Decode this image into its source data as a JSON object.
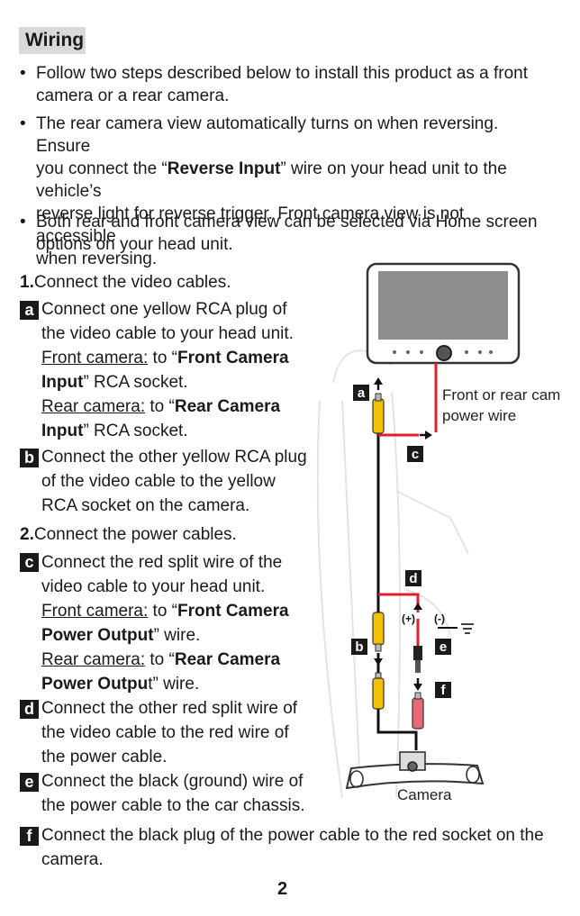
{
  "heading": "Wiring",
  "bullets": [
    {
      "lines": [
        "Follow two steps described below to install this product as a front",
        "camera or a rear camera."
      ]
    },
    {
      "lines": [
        "The rear camera view automatically turns on when reversing. Ensure"
      ],
      "line2_pre": "you connect the “",
      "line2_bold": "Reverse Input",
      "line2_post": "” wire on your head unit to the vehicle’s",
      "more": [
        "reverse light for reverse trigger. Front camera view is not accessible",
        "when reversing."
      ]
    },
    {
      "lines": [
        "Both rear and front camera view can be selected via Home screen",
        "options on your head unit."
      ]
    }
  ],
  "steps": {
    "s1_num": "1.",
    "s1_text": "Connect the video cables.",
    "s2_num": "2.",
    "s2_text": "Connect the power cables."
  },
  "items": {
    "a": {
      "badge": "a",
      "lines": [
        "Connect one yellow RCA plug of",
        "the video cable to your head unit."
      ],
      "front_label": "Front camera:",
      "front_pre": " to “",
      "front_bold1": "Front Camera",
      "front_bold2": "Input",
      "front_post": "” RCA socket.",
      "rear_label": "Rear camera:",
      "rear_pre": " to “",
      "rear_bold1": "Rear Camera",
      "rear_bold2": "Input",
      "rear_post": "” RCA socket."
    },
    "b": {
      "badge": "b",
      "lines": [
        "Connect the other yellow RCA plug",
        "of the video cable to the yellow",
        "RCA socket on the camera."
      ]
    },
    "c": {
      "badge": "c",
      "lines": [
        "Connect the red split wire of the",
        "video cable to your head unit."
      ],
      "front_label": "Front camera:",
      "front_pre": " to “",
      "front_bold1": "Front Camera",
      "front_bold2": "Power Output",
      "front_post": "” wire.",
      "rear_label": "Rear camera:",
      "rear_pre": " to “",
      "rear_bold1": "Rear Camera",
      "rear_bold2": "Power Outpu",
      "rear_post": "t” wire."
    },
    "d": {
      "badge": "d",
      "lines": [
        "Connect the other red split wire of",
        "the video cable to the red wire of",
        "the power cable."
      ]
    },
    "e": {
      "badge": "e",
      "lines": [
        "Connect the black (ground) wire of",
        "the power cable to the car chassis."
      ]
    },
    "f": {
      "badge": "f",
      "lines": [
        "Connect the black plug of the power cable to the red socket on the",
        "camera."
      ]
    }
  },
  "diagram": {
    "label_power": [
      "Front or rear cam",
      "power wire"
    ],
    "label_camera": "Camera",
    "plus": "(+)",
    "minus": "(-)",
    "badges": [
      "a",
      "b",
      "c",
      "d",
      "e",
      "f"
    ]
  },
  "page_number": "2"
}
